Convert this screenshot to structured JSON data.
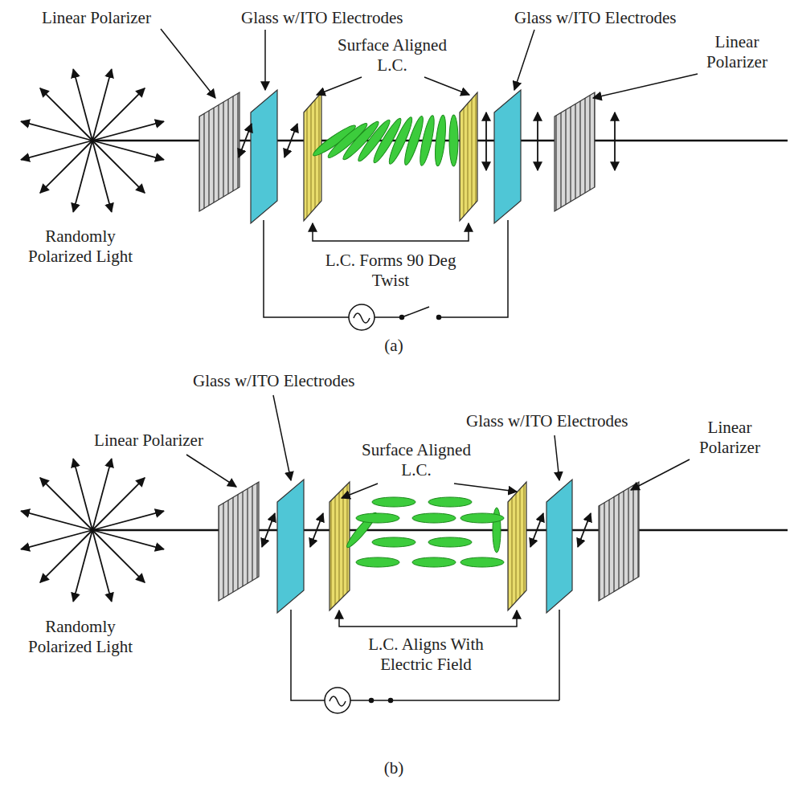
{
  "diagram": {
    "labels": [
      "Linear Polarizer",
      "Glass w/ITO Electrodes",
      "Surface Aligned L.C.",
      "Glass w/ITO Electrodes",
      "Linear Polarizer",
      "Randomly Polarized Light",
      "L.C. Forms 90 Deg Twist",
      "(a)",
      "Glass w/ITO Electrodes",
      "Linear Polarizer",
      "Glass w/ITO Electrodes",
      "Linear Polarizer",
      "Surface Aligned L.C.",
      "Randomly Polarized Light",
      "L.C. Aligns With Electric Field",
      "(b)"
    ]
  }
}
